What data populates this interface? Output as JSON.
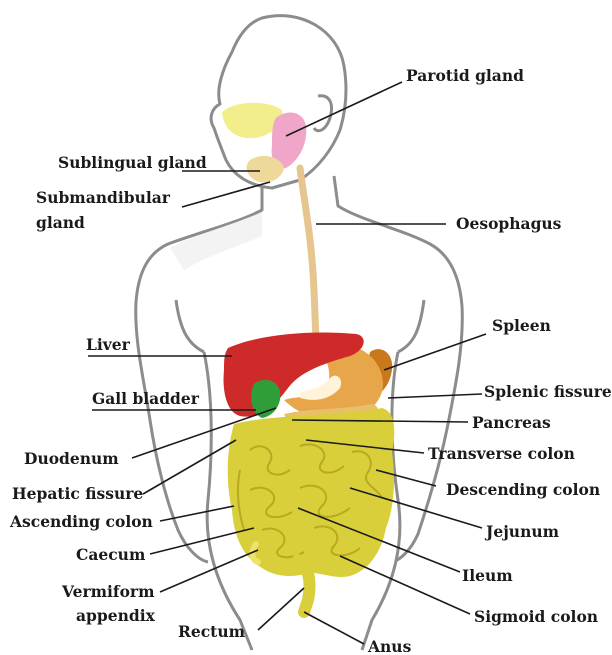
{
  "labels": {
    "parotid": "Parotid gland",
    "sublingual": "Sublingual gland",
    "submandibular_1": "Submandibular",
    "submandibular_2": "gland",
    "oesophagus": "Oesophagus",
    "liver": "Liver",
    "spleen": "Spleen",
    "gall_bladder": "Gall bladder",
    "splenic_fissure": "Splenic fissure",
    "pancreas": "Pancreas",
    "duodenum": "Duodenum",
    "transverse_colon": "Transverse colon",
    "hepatic_fissure": "Hepatic fissure",
    "descending_colon": "Descending colon",
    "ascending_colon": "Ascending colon",
    "jejunum": "Jejunum",
    "caecum": "Caecum",
    "ileum": "Ileum",
    "vermiform_1": "Vermiform",
    "vermiform_2": "appendix",
    "sigmoid_colon": "Sigmoid colon",
    "rectum": "Rectum",
    "anus": "Anus"
  },
  "colors": {
    "body_outline": "#8c8c8c",
    "liver": "#cf2a2a",
    "gall_bladder": "#2f9e3a",
    "stomach": "#e7a64a",
    "spleen": "#c9781c",
    "oesophagus": "#e6c58e",
    "parotid": "#f0a6c8",
    "sublingual": "#f2ee8c",
    "intestine": "#d8cf3a",
    "label_text": "#1a1a1a"
  }
}
